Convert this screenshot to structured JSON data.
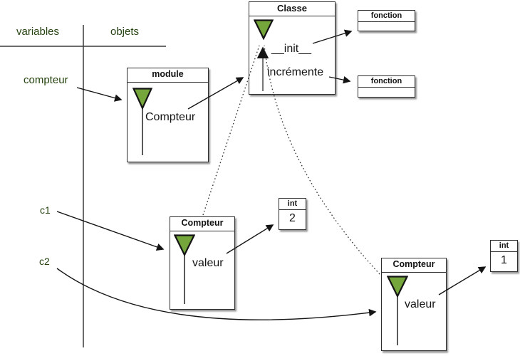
{
  "diagram": {
    "columns": {
      "left_header": "variables",
      "right_header": "objets"
    },
    "variables": {
      "compteur": "compteur",
      "c1": "c1",
      "c2": "c2"
    },
    "objects": {
      "module": {
        "title": "module",
        "body": "Compteur"
      },
      "classe": {
        "title": "Classe",
        "methods": [
          "__init__",
          "incrémente"
        ]
      },
      "fonction1": {
        "title": "fonction"
      },
      "fonction2": {
        "title": "fonction"
      },
      "instance1": {
        "title": "Compteur",
        "attr": "valeur"
      },
      "instance2": {
        "title": "Compteur",
        "attr": "valeur"
      },
      "int1": {
        "title": "int",
        "value": "2"
      },
      "int2": {
        "title": "int",
        "value": "1"
      }
    },
    "colors": {
      "label_green": "#24420e",
      "triangle_fill": "#74a63c",
      "triangle_border": "#141414",
      "box_border": "#2d2d2d",
      "gray_pointer": "#7a7a7a"
    }
  }
}
